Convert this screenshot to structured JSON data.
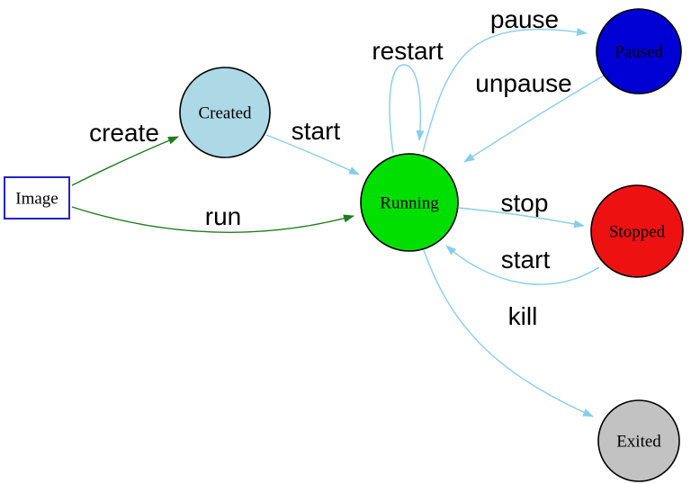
{
  "diagram": {
    "type": "state-diagram",
    "background": "#ffffff",
    "palette": {
      "node_border": "#000000",
      "label_color": "#000000",
      "edge_green": "#1e7c1e",
      "edge_blue": "#87ceeb"
    },
    "nodes": [
      {
        "id": "image",
        "label": "Image",
        "shape": "box",
        "fill": "#ffffff",
        "border": "#2222cc"
      },
      {
        "id": "created",
        "label": "Created",
        "shape": "circle",
        "fill": "#add8e6"
      },
      {
        "id": "running",
        "label": "Running",
        "shape": "circle",
        "fill": "#00df00"
      },
      {
        "id": "paused",
        "label": "Paused",
        "shape": "circle",
        "fill": "#0000d4"
      },
      {
        "id": "stopped",
        "label": "Stopped",
        "shape": "circle",
        "fill": "#ee1111"
      },
      {
        "id": "exited",
        "label": "Exited",
        "shape": "circle",
        "fill": "#c2c2c2"
      }
    ],
    "edges": [
      {
        "from": "image",
        "to": "created",
        "label": "create",
        "color": "#1e7c1e"
      },
      {
        "from": "image",
        "to": "running",
        "label": "run",
        "color": "#1e7c1e"
      },
      {
        "from": "created",
        "to": "running",
        "label": "start",
        "color": "#87ceeb"
      },
      {
        "from": "running",
        "to": "running",
        "label": "restart",
        "color": "#87ceeb"
      },
      {
        "from": "running",
        "to": "paused",
        "label": "pause",
        "color": "#87ceeb"
      },
      {
        "from": "paused",
        "to": "running",
        "label": "unpause",
        "color": "#87ceeb"
      },
      {
        "from": "running",
        "to": "stopped",
        "label": "stop",
        "color": "#87ceeb"
      },
      {
        "from": "stopped",
        "to": "running",
        "label": "start",
        "color": "#87ceeb"
      },
      {
        "from": "running",
        "to": "exited",
        "label": "kill",
        "color": "#87ceeb"
      }
    ]
  }
}
